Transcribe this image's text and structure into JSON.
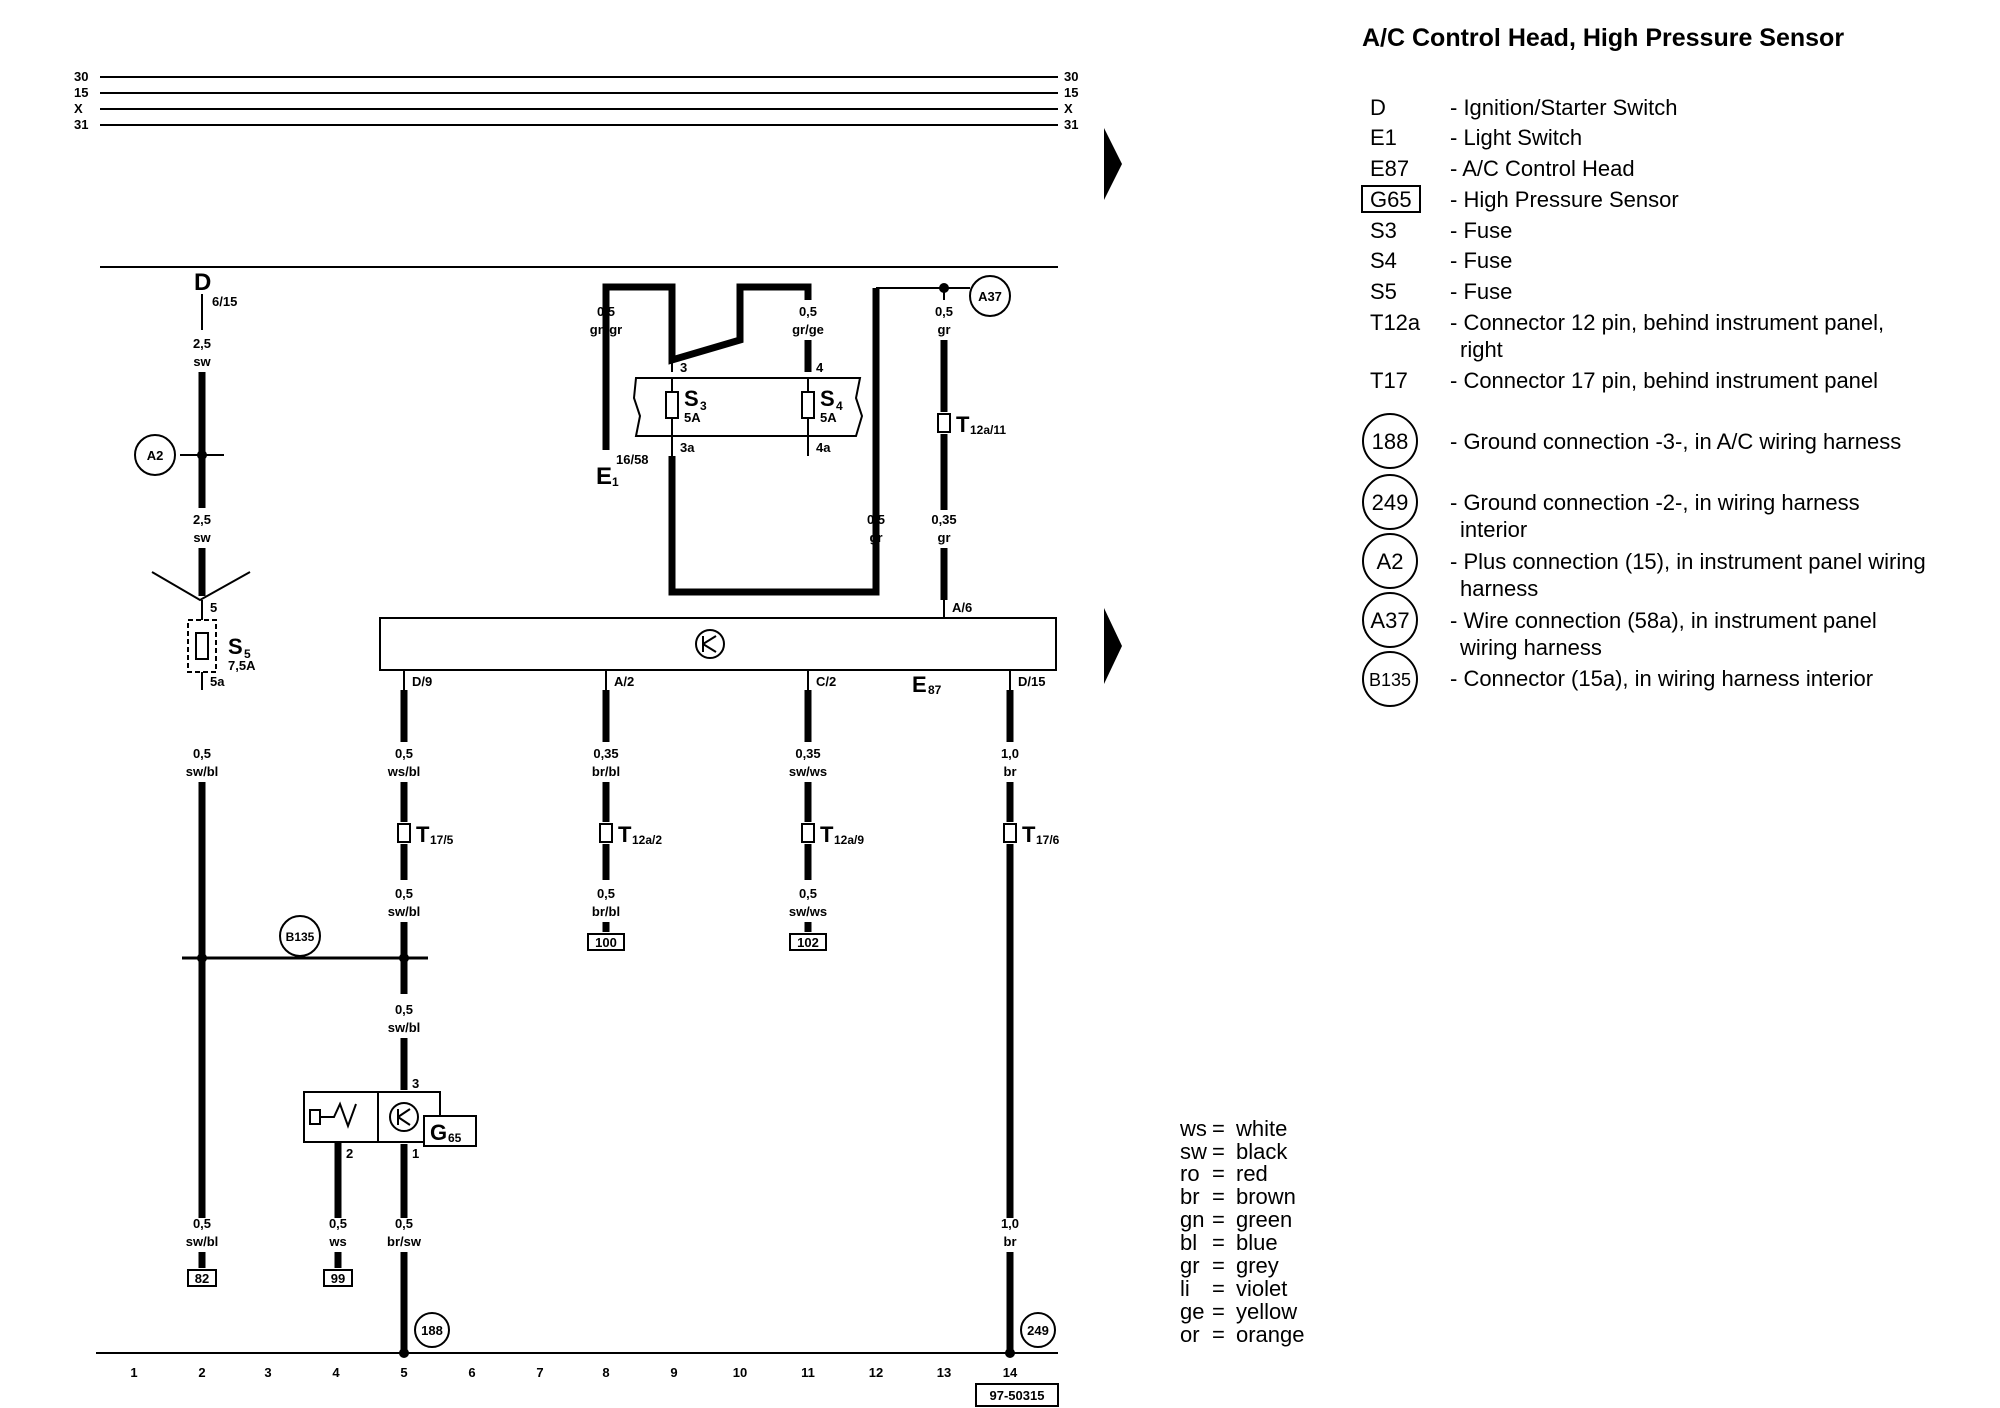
{
  "title": "A/C Control Head, High Pressure Sensor",
  "legend": [
    {
      "code": "D",
      "desc": "- Ignition/Starter Switch"
    },
    {
      "code": "E1",
      "desc": "- Light Switch"
    },
    {
      "code": "E87",
      "desc": "- A/C Control Head"
    },
    {
      "code": "G65",
      "desc": "- High Pressure Sensor"
    },
    {
      "code": "S3",
      "desc": "- Fuse"
    },
    {
      "code": "S4",
      "desc": "- Fuse"
    },
    {
      "code": "S5",
      "desc": "- Fuse"
    },
    {
      "code": "T12a",
      "desc": "- Connector 12 pin, behind instrument panel,",
      "desc2": "right"
    },
    {
      "code": "T17",
      "desc": "- Connector 17 pin, behind instrument panel"
    },
    {
      "code": "188",
      "desc": "- Ground connection -3-, in A/C wiring harness"
    },
    {
      "code": "249",
      "desc": "- Ground connection -2-, in wiring harness",
      "desc2": "interior"
    },
    {
      "code": "A2",
      "desc": "- Plus connection (15), in instrument panel wiring",
      "desc2": "harness"
    },
    {
      "code": "A37",
      "desc": "- Wire connection (58a), in instrument panel",
      "desc2": "wiring harness"
    },
    {
      "code": "B135",
      "desc": "- Connector (15a), in wiring harness interior"
    }
  ],
  "colors": [
    {
      "abbr": "ws",
      "name": "white"
    },
    {
      "abbr": "sw",
      "name": "black"
    },
    {
      "abbr": "ro",
      "name": "red"
    },
    {
      "abbr": "br",
      "name": "brown"
    },
    {
      "abbr": "gn",
      "name": "green"
    },
    {
      "abbr": "bl",
      "name": "blue"
    },
    {
      "abbr": "gr",
      "name": "grey"
    },
    {
      "abbr": "li",
      "name": "violet"
    },
    {
      "abbr": "ge",
      "name": "yellow"
    },
    {
      "abbr": "or",
      "name": "orange"
    }
  ],
  "rails": [
    "30",
    "15",
    "X",
    "31"
  ],
  "columns": [
    "1",
    "2",
    "3",
    "4",
    "5",
    "6",
    "7",
    "8",
    "9",
    "10",
    "11",
    "12",
    "13",
    "14"
  ],
  "diagram_id": "97-50315",
  "components": {
    "D": "D",
    "D_pin": "6/15",
    "E1": "E",
    "E1_sub": "1",
    "E1_pin": "16/58",
    "E87": "E",
    "E87_sub": "87",
    "S3": "S",
    "S3_sub": "3",
    "S3_rating": "5A",
    "S4": "S",
    "S4_sub": "4",
    "S4_rating": "5A",
    "S5": "S",
    "S5_sub": "5",
    "S5_rating": "7,5A",
    "G65": "G",
    "G65_sub": "65"
  },
  "connectors": {
    "T12a11": "T",
    "T12a11_sub": "12a/11",
    "T175": "T",
    "T175_sub": "17/5",
    "T12a2": "T",
    "T12a2_sub": "12a/2",
    "T12a9": "T",
    "T12a9_sub": "12a/9",
    "T176": "T",
    "T176_sub": "17/6"
  },
  "circles": {
    "A2": "A2",
    "A37": "A37",
    "B135": "B135",
    "g188": "188",
    "g249": "249"
  },
  "refs": {
    "r82": "82",
    "r99": "99",
    "r100": "100",
    "r102": "102"
  },
  "pins": {
    "p3": "3",
    "p3a": "3a",
    "p4": "4",
    "p4a": "4a",
    "p5": "5",
    "p5a": "5a",
    "pD9": "D/9",
    "pA2": "A/2",
    "pC2": "C/2",
    "pD15": "D/15",
    "pA6": "A/6",
    "g3": "3",
    "g2": "2",
    "g1": "1"
  },
  "wires": {
    "w_gngr": [
      "0,5",
      "gn/gr"
    ],
    "w_grge": [
      "0,5",
      "gr/ge"
    ],
    "w_gr05": [
      "0,5",
      "gr"
    ],
    "w_gr05b": [
      "0,5",
      "gr"
    ],
    "w_gr035": [
      "0,35",
      "gr"
    ],
    "w_sw25a": [
      "2,5",
      "sw"
    ],
    "w_sw25b": [
      "2,5",
      "sw"
    ],
    "w_swbl1": [
      "0,5",
      "sw/bl"
    ],
    "w_wsbl": [
      "0,5",
      "ws/bl"
    ],
    "w_brbl1": [
      "0,35",
      "br/bl"
    ],
    "w_swws1": [
      "0,35",
      "sw/ws"
    ],
    "w_br1": [
      "1,0",
      "br"
    ],
    "w_swbl2": [
      "0,5",
      "sw/bl"
    ],
    "w_brbl2": [
      "0,5",
      "br/bl"
    ],
    "w_swws2": [
      "0,5",
      "sw/ws"
    ],
    "w_swbl3": [
      "0,5",
      "sw/bl"
    ],
    "w_swbl4": [
      "0,5",
      "sw/bl"
    ],
    "w_ws": [
      "0,5",
      "ws"
    ],
    "w_brsw": [
      "0,5",
      "br/sw"
    ],
    "w_br2": [
      "1,0",
      "br"
    ]
  }
}
